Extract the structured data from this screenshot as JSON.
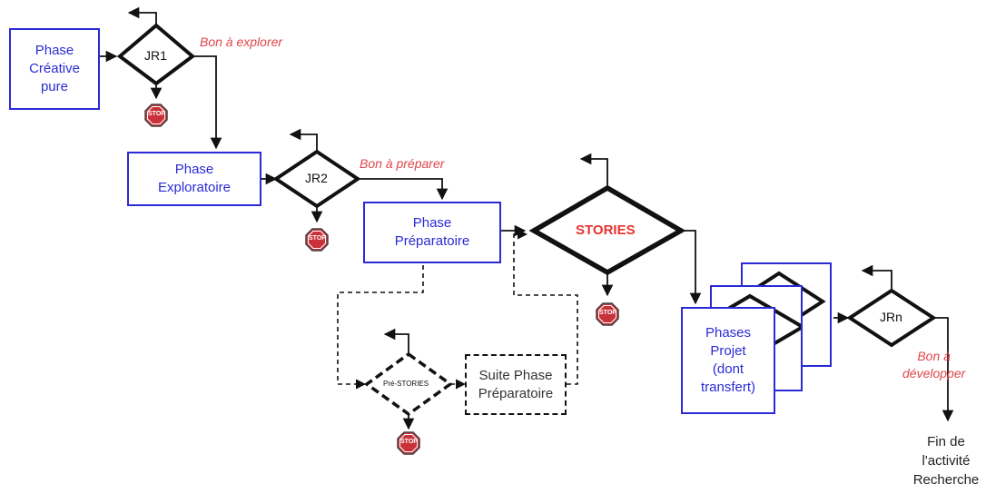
{
  "diagram": {
    "phases": {
      "creative": "Phase\nCréative\npure",
      "exploratory": "Phase\nExploratoire",
      "preparatory": "Phase\nPréparatoire",
      "suite_preparatory": "Suite Phase\nPréparatoire",
      "project": "Phases\nProjet\n(dont\ntransfert)"
    },
    "decisions": {
      "jr1": "JR1",
      "jr2": "JR2",
      "stories": "STORIES",
      "pre_stories": "Pré-STORIES",
      "jrn": "JRn"
    },
    "outcomes": {
      "explore": "Bon à explorer",
      "prepare": "Bon à préparer",
      "develop": "Bon à\ndévelopper"
    },
    "stop_sign": "STOP",
    "end": "Fin de\nl'activité\nRecherche",
    "colors": {
      "phase_border": "#2a2ad6",
      "phase_text": "#2a2ad6",
      "outcome_text": "#e0454b",
      "stories_text": "#e8322e",
      "stop_fill": "#c8323a",
      "line": "#111111"
    }
  }
}
